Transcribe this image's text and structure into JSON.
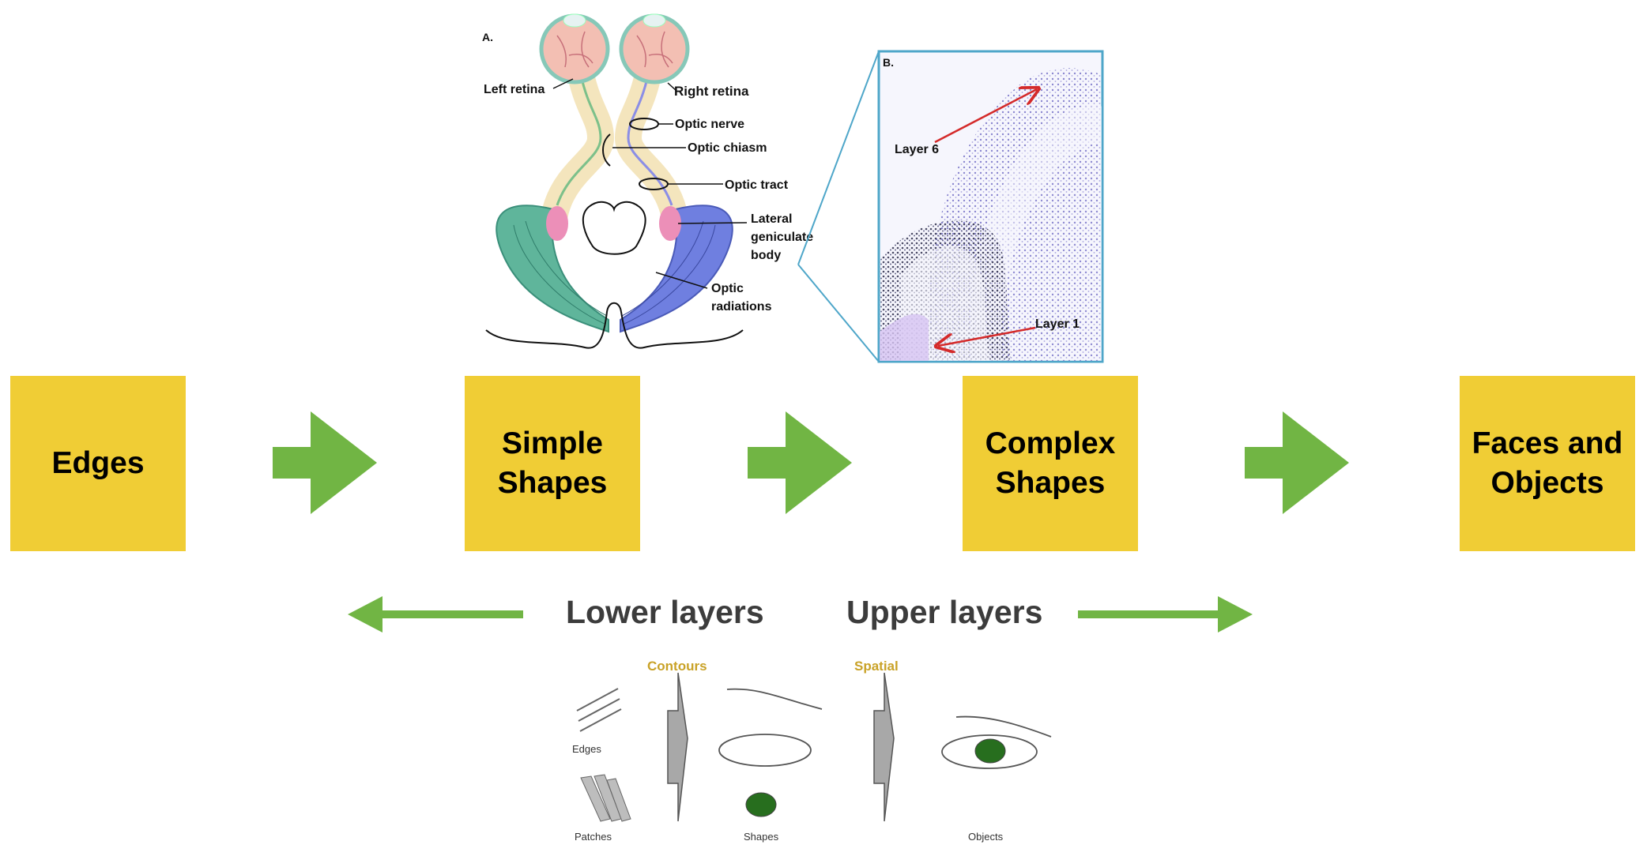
{
  "panel_a": {
    "letter": "A.",
    "left_retina": "Left retina",
    "right_retina": "Right retina",
    "optic_nerve": "Optic nerve",
    "optic_chiasm": "Optic chiasm",
    "optic_tract": "Optic tract",
    "lgn_line1": "Lateral",
    "lgn_line2": "geniculate",
    "lgn_line3": "body",
    "radiations_line1": "Optic",
    "radiations_line2": "radiations"
  },
  "panel_b": {
    "letter": "B.",
    "layer6": "Layer 6",
    "layer1": "Layer 1"
  },
  "stages": [
    {
      "line1": "Edges",
      "line2": ""
    },
    {
      "line1": "Simple",
      "line2": "Shapes"
    },
    {
      "line1": "Complex",
      "line2": "Shapes"
    },
    {
      "line1": "Faces and",
      "line2": "Objects"
    }
  ],
  "layers": {
    "lower": "Lower layers",
    "upper": "Upper layers"
  },
  "bottom_diagram": {
    "contours": "Contours",
    "spatial": "Spatial",
    "edges": "Edges",
    "patches": "Patches",
    "shapes": "Shapes",
    "objects": "Objects"
  },
  "colors": {
    "box_fill": "#f0cd35",
    "arrow_green": "#71b544",
    "panel_border": "#4ea6c9",
    "pointer_red": "#d42a2a"
  }
}
